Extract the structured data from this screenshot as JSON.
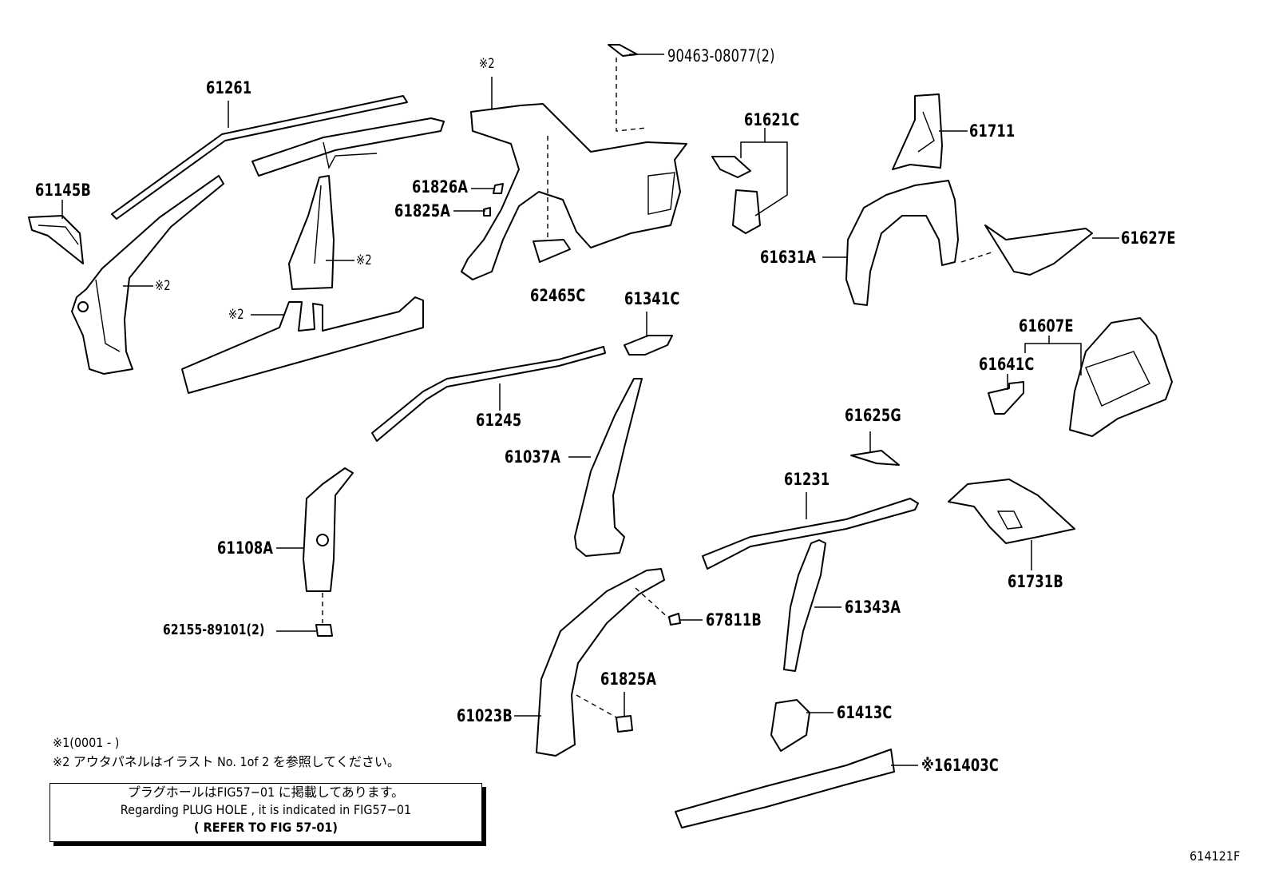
{
  "labels": [
    {
      "id": "61261",
      "text": "61261"
    },
    {
      "id": "61145B",
      "text": "61145B"
    },
    {
      "id": "note2_a",
      "text": "※2"
    },
    {
      "id": "note2_b",
      "text": "※2"
    },
    {
      "id": "note2_c",
      "text": "※2"
    },
    {
      "id": "note2_d",
      "text": "※2"
    },
    {
      "id": "90463",
      "text": "90463-08077(2)"
    },
    {
      "id": "61826A",
      "text": "61826A"
    },
    {
      "id": "61825A_top",
      "text": "61825A"
    },
    {
      "id": "62465C",
      "text": "62465C"
    },
    {
      "id": "61621C",
      "text": "61621C"
    },
    {
      "id": "61711",
      "text": "61711"
    },
    {
      "id": "61631A",
      "text": "61631A"
    },
    {
      "id": "61627E",
      "text": "61627E"
    },
    {
      "id": "61341C",
      "text": "61341C"
    },
    {
      "id": "61245",
      "text": "61245"
    },
    {
      "id": "61037A",
      "text": "61037A"
    },
    {
      "id": "61607E",
      "text": "61607E"
    },
    {
      "id": "61641C",
      "text": "61641C"
    },
    {
      "id": "61625G",
      "text": "61625G"
    },
    {
      "id": "61231",
      "text": "61231"
    },
    {
      "id": "61731B",
      "text": "61731B"
    },
    {
      "id": "61108A",
      "text": "61108A"
    },
    {
      "id": "62155",
      "text": "62155-89101(2)"
    },
    {
      "id": "67811B",
      "text": "67811B"
    },
    {
      "id": "61343A",
      "text": "61343A"
    },
    {
      "id": "61825A_bot",
      "text": "61825A"
    },
    {
      "id": "61023B",
      "text": "61023B"
    },
    {
      "id": "61413C",
      "text": "61413C"
    },
    {
      "id": "61403C",
      "text": "※161403C"
    }
  ],
  "notes": {
    "note1": "※1(0001 -      )",
    "note2": "※2 アウタパネルはイラスト No. 1of 2 を参照してください。"
  },
  "reference_box": {
    "line1": "プラグホールはFIG57−01 に掲載してあります。",
    "line2": "Regarding PLUG HOLE , it is indicated in FIG57−01",
    "line3": "( REFER TO FIG 57-01)"
  },
  "figure_id": "614121F"
}
